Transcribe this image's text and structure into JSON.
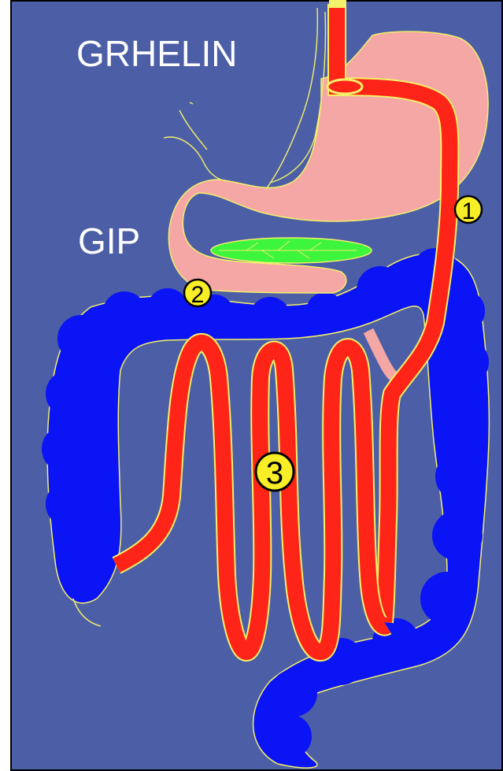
{
  "labels": {
    "ghrelin": "GRHELIN",
    "gip": "GIP"
  },
  "markers": [
    {
      "number": "1"
    },
    {
      "number": "2"
    },
    {
      "number": "3"
    }
  ],
  "colors": {
    "background": "#4c5fa6",
    "border": "#000000",
    "colon": "#0a14f5",
    "intestine": "#ff2418",
    "stomach": "#f4a7a5",
    "pancreas": "#3df53d",
    "outline": "#f4f06a",
    "marker_fill": "#f7ee27"
  }
}
